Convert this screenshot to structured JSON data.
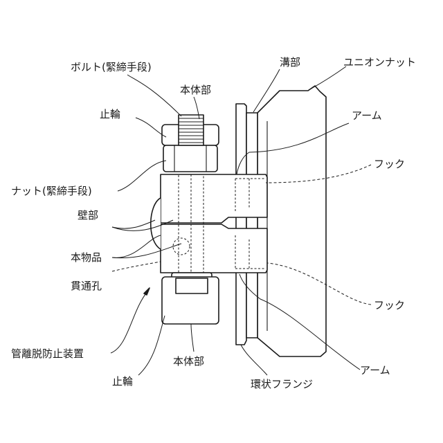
{
  "labels": {
    "bolt": "ボルト(緊締手段)",
    "main_body_top": "本体部",
    "stopper_ring_top": "止輪",
    "nut": "ナット(緊締手段)",
    "wall_part": "壁部",
    "this_product": "本物品",
    "through_hole": "貫通孔",
    "pipe_detachment_prevention_device": "管離脱防止装置",
    "stopper_ring_bottom": "止輪",
    "main_body_bottom": "本体部",
    "groove_part": "溝部",
    "union_nut": "ユニオンナット",
    "arm_top": "アーム",
    "hook_top": "フック",
    "hook_bottom": "フック",
    "arm_bottom": "アーム",
    "annular_flange": "環状フランジ"
  },
  "colors": {
    "line": "#1a1a1a",
    "background": "#ffffff"
  }
}
